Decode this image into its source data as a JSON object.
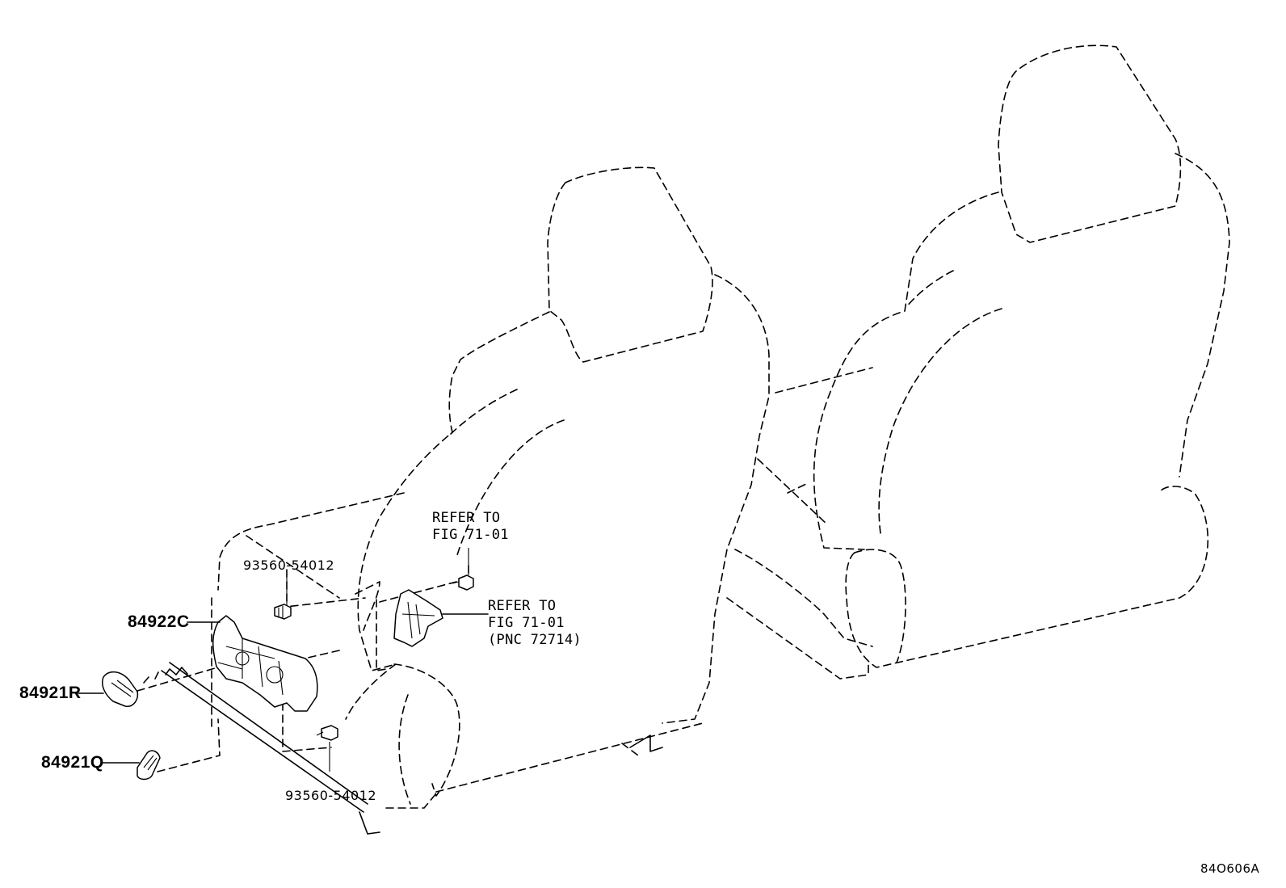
{
  "callouts": {
    "refer_upper": {
      "line1": "REFER TO",
      "line2": "FIG 71-01"
    },
    "refer_lower": {
      "line1": "REFER TO",
      "line2": "FIG 71-01",
      "line3": "(PNC 72714)"
    },
    "bolt_upper": "93560-54012",
    "bolt_lower": "93560-54012",
    "part_84922C": "84922C",
    "part_84921R": "84921R",
    "part_84921Q": "84921Q"
  },
  "illustration_code": "84O606A"
}
